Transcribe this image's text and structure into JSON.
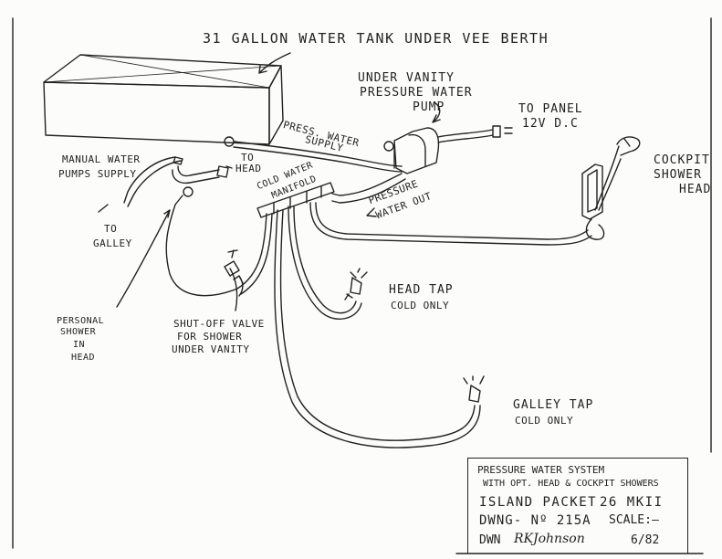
{
  "labels": {
    "title": "31 GALLON WATER TANK UNDER VEE BERTH",
    "pump": [
      "UNDER VANITY",
      "PRESSURE WATER",
      "PUMP"
    ],
    "to_panel": [
      "TO PANEL",
      "12V D.C"
    ],
    "press_supply": [
      "PRESS. WATER",
      "SUPPLY"
    ],
    "manual_supply": [
      "MANUAL WATER",
      "PUMPS SUPPLY"
    ],
    "to_head": [
      "TO",
      "HEAD"
    ],
    "to_galley": [
      "TO",
      "GALLEY"
    ],
    "manifold": [
      "COLD WATER",
      "MANIFOLD"
    ],
    "pressure_out": [
      "PRESSURE",
      "WATER OUT"
    ],
    "cockpit_shower": [
      "COCKPIT",
      "SHOWER",
      "HEAD"
    ],
    "personal_shower": [
      "PERSONAL",
      "SHOWER",
      "IN",
      "HEAD"
    ],
    "shutoff": [
      "SHUT-OFF VALVE",
      "FOR SHOWER",
      "UNDER VANITY"
    ],
    "head_tap": [
      "HEAD TAP",
      "COLD ONLY"
    ],
    "galley_tap": [
      "GALLEY TAP",
      "COLD ONLY"
    ]
  },
  "title_block": {
    "line1": "PRESSURE WATER SYSTEM",
    "line2": "WITH OPT. HEAD & COCKPIT SHOWERS",
    "line3_a": "ISLAND PACKET",
    "line3_b": "26 MKII",
    "line4_a": "DWNG- Nº 215A",
    "line4_b": "SCALE:—",
    "line5_a": "DWN",
    "line5_sig": "RKJohnson",
    "line5_b": "6/82"
  }
}
